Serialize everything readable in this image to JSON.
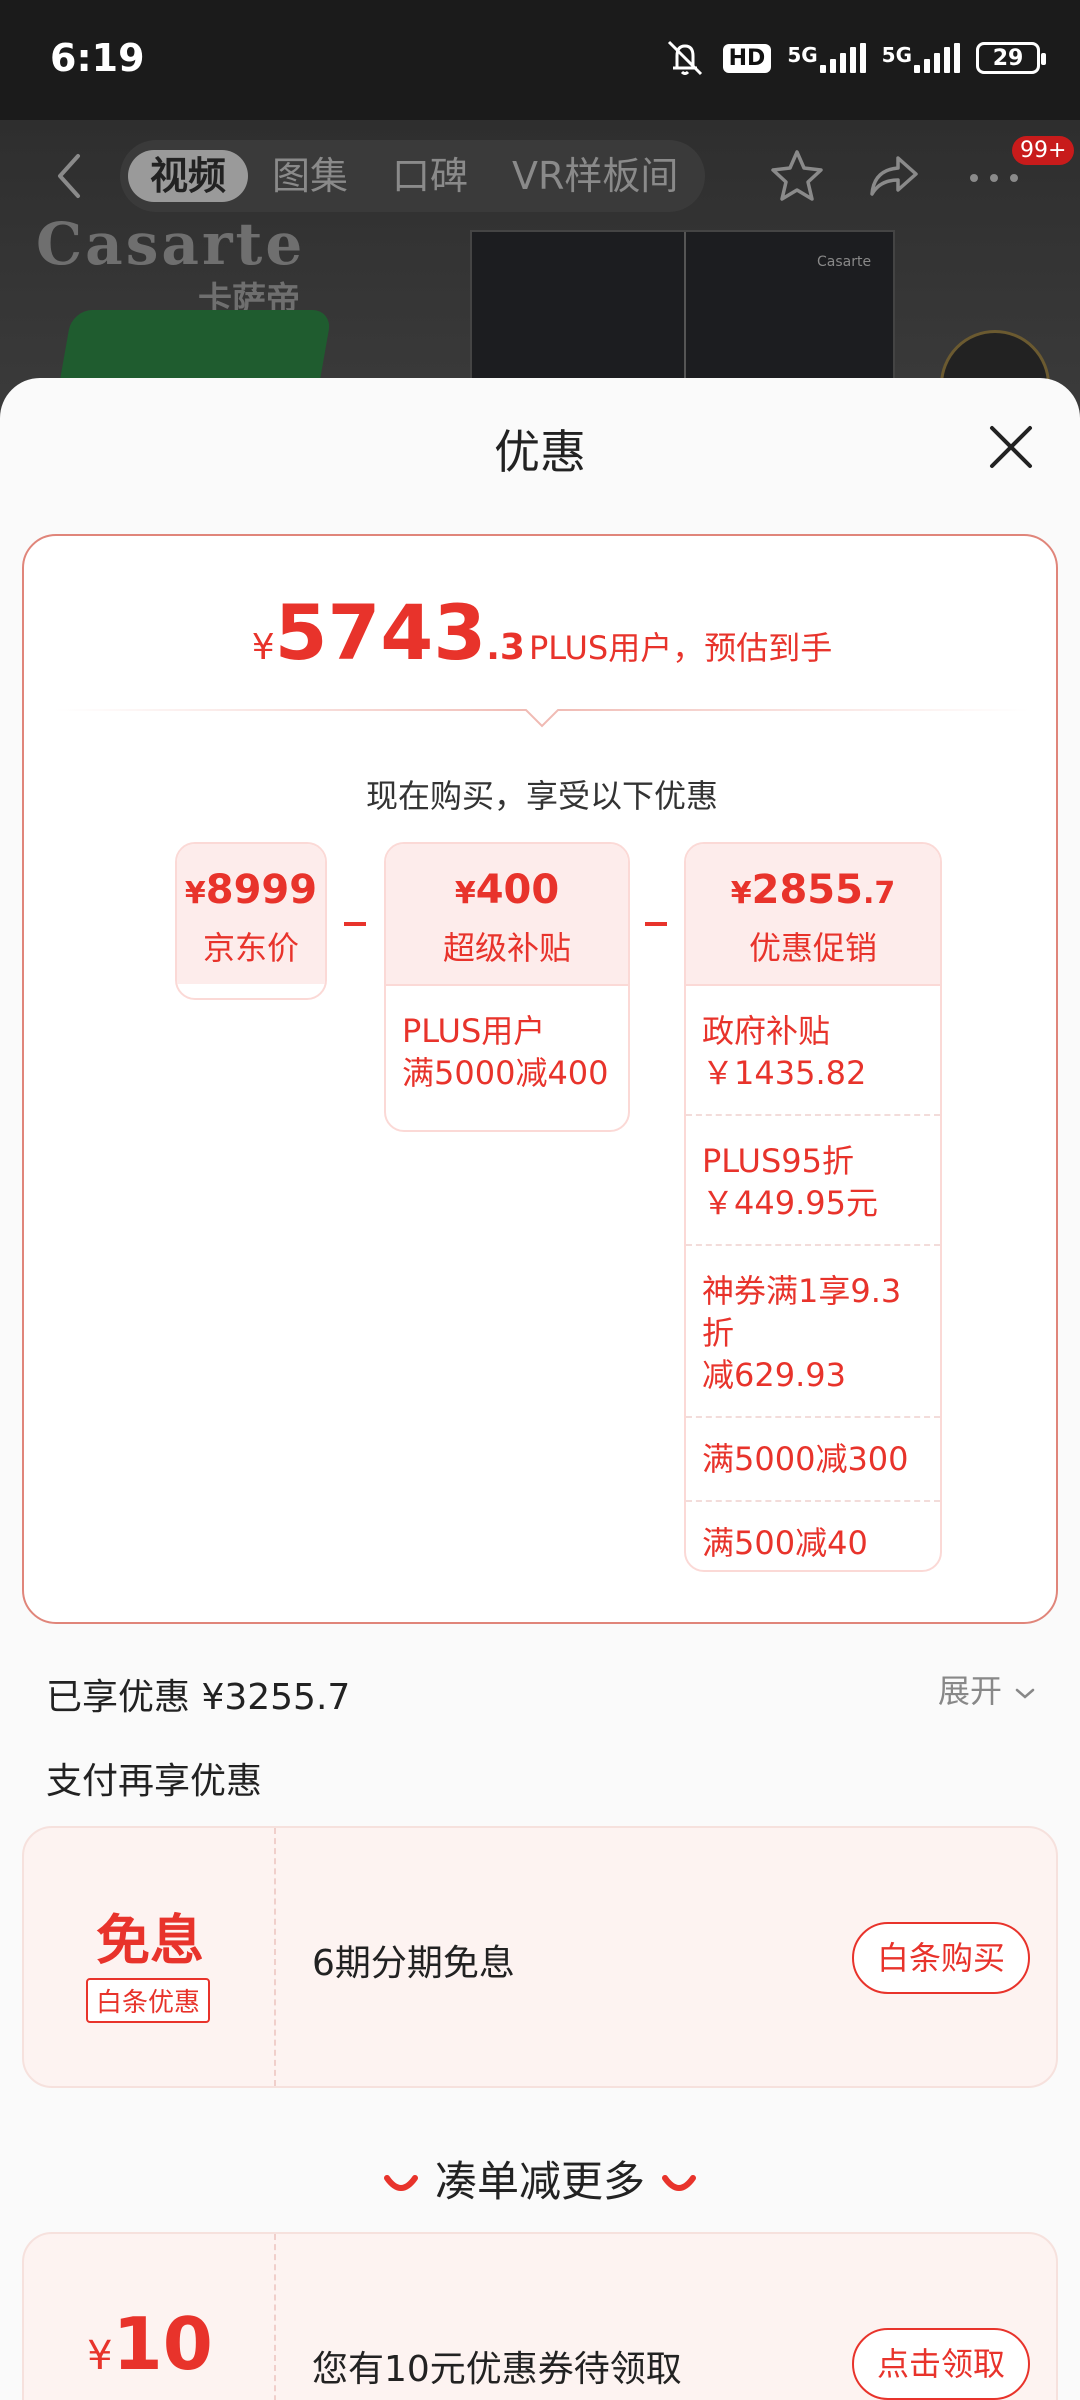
{
  "status_bar": {
    "time": "6:19",
    "hd_label": "HD",
    "network_1": "5G",
    "network_2": "5G",
    "battery": "29",
    "icons": [
      "silent-icon",
      "hd-icon",
      "signal-icon",
      "battery-icon"
    ]
  },
  "product_header": {
    "brand_logo": "Casarte",
    "brand_sub": "卡萨帝",
    "fridge_label": "Casarte",
    "tabs": [
      {
        "label": "视频",
        "active": true
      },
      {
        "label": "图集",
        "active": false
      },
      {
        "label": "口碑",
        "active": false
      },
      {
        "label": "VR样板间",
        "active": false
      }
    ],
    "cart_badge": "99+",
    "icons": [
      "back-icon",
      "star-icon",
      "share-icon",
      "more-icon"
    ]
  },
  "sheet": {
    "title": "优惠",
    "final_price": {
      "currency": "¥",
      "integer": "5743",
      "decimal": ".3",
      "note": "PLUS用户，预估到手"
    },
    "buy_note": "现在购买，享受以下优惠",
    "columns": [
      {
        "currency": "¥",
        "value": "8999",
        "decimal": "",
        "label": "京东价",
        "items": []
      },
      {
        "currency": "¥",
        "value": "400",
        "decimal": "",
        "label": "超级补贴",
        "items": [
          [
            "PLUS用户",
            "满5000减400"
          ]
        ]
      },
      {
        "currency": "¥",
        "value": "2855",
        "decimal": ".7",
        "label": "优惠促销",
        "items": [
          [
            "政府补贴",
            "￥1435.82"
          ],
          [
            "PLUS95折",
            "￥449.95元"
          ],
          [
            "神券满1享9.3折",
            "减629.93"
          ],
          [
            "满5000减300"
          ],
          [
            "满500减40"
          ]
        ]
      }
    ],
    "enjoyed": "已享优惠 ¥3255.7",
    "expand": "展开",
    "pay_more": "支付再享优惠",
    "installment": {
      "title": "免息",
      "tag": "白条优惠",
      "desc": "6期分期免息",
      "button": "白条购买"
    },
    "more_heading": "凑单减更多",
    "coupon": {
      "currency": "¥",
      "value": "10",
      "desc": "您有10元优惠券待领取",
      "button": "点击领取"
    }
  },
  "colors": {
    "accent": "#e8332b",
    "card_border": "#e0857a",
    "column_head_bg": "#fdeceb",
    "offer_bg": "#fdf3f1"
  }
}
